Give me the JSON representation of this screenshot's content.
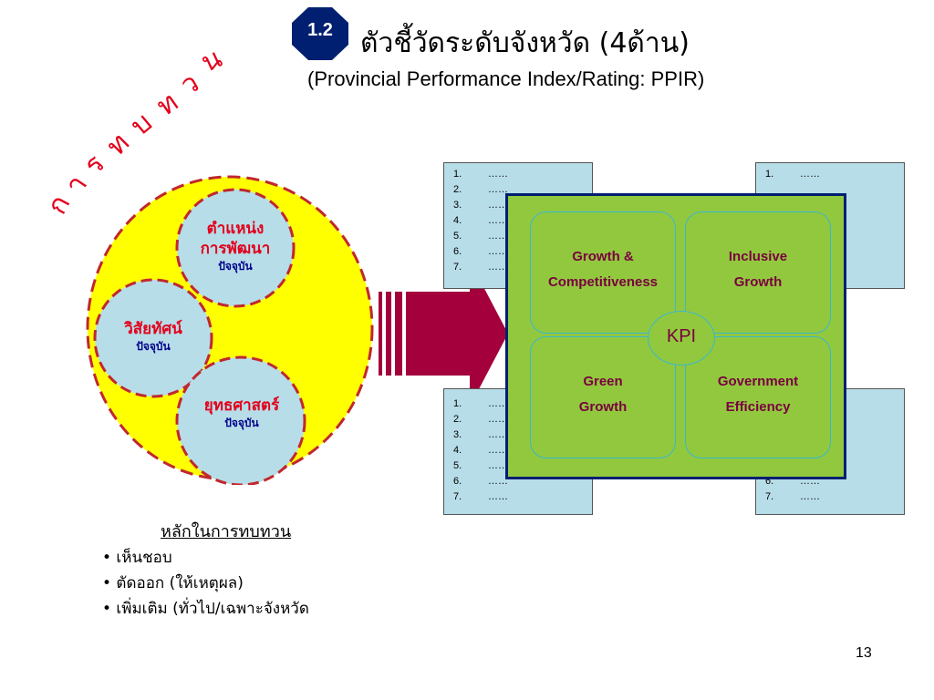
{
  "slide": {
    "badge": "1.2",
    "title_th": "ตัวชี้วัดระดับจังหวัด (4ด้าน)",
    "title_en": "(Provincial Performance Index/Rating: PPIR)",
    "page_number": "13"
  },
  "arc_text": [
    "ก",
    "า",
    "ร",
    "ท",
    "บ",
    "ท",
    "ว",
    "น"
  ],
  "circles": [
    {
      "main_1": "ตำแหน่ง",
      "main_2": "การพัฒนา",
      "sub": "ปัจจุบัน"
    },
    {
      "main_1": "วิสัยทัศน์",
      "sub": "ปัจจุบัน"
    },
    {
      "main_1": "ยุทธศาสตร์",
      "sub": "ปัจจุบัน"
    }
  ],
  "lists": {
    "top_left": [
      {
        "n": "1.",
        "t": "……"
      },
      {
        "n": "2.",
        "t": "……"
      },
      {
        "n": "3.",
        "t": "……"
      },
      {
        "n": "4.",
        "t": "……"
      },
      {
        "n": "5.",
        "t": "……"
      },
      {
        "n": "6.",
        "t": "……"
      },
      {
        "n": "7.",
        "t": "……"
      }
    ],
    "top_right": [
      {
        "n": "1.",
        "t": "……"
      }
    ],
    "bottom_left": [
      {
        "n": "1.",
        "t": "……"
      },
      {
        "n": "2.",
        "t": "……"
      },
      {
        "n": "3.",
        "t": "……"
      },
      {
        "n": "4.",
        "t": "……"
      },
      {
        "n": "5.",
        "t": "……"
      },
      {
        "n": "6.",
        "t": "……"
      },
      {
        "n": "7.",
        "t": "……"
      }
    ],
    "bottom_right": [
      {
        "n": "6.",
        "t": "……"
      },
      {
        "n": "7.",
        "t": "……"
      }
    ]
  },
  "kpi": {
    "center": "KPI",
    "quadrants": [
      {
        "line1": "Growth &",
        "line2": "Competitiveness"
      },
      {
        "line1": "Inclusive",
        "line2": "Growth"
      },
      {
        "line1": "Green",
        "line2": "Growth"
      },
      {
        "line1": "Government",
        "line2": "Efficiency"
      }
    ]
  },
  "principles": {
    "title": "หลักในการทบทวน",
    "items": [
      "• เห็นชอบ",
      "• ตัดออก (ให้เหตุผล)",
      "• เพิ่มเติม (ทั่วไป/เฉพาะจังหวัด"
    ]
  },
  "colors": {
    "accent_red": "#e3001b",
    "arrow": "#a3003c",
    "yellow_circle": "#ffff00",
    "kpi_green": "#92c83e",
    "kpi_border": "#001f70",
    "list_bg": "#b7dde8",
    "badge": "#001f70"
  }
}
